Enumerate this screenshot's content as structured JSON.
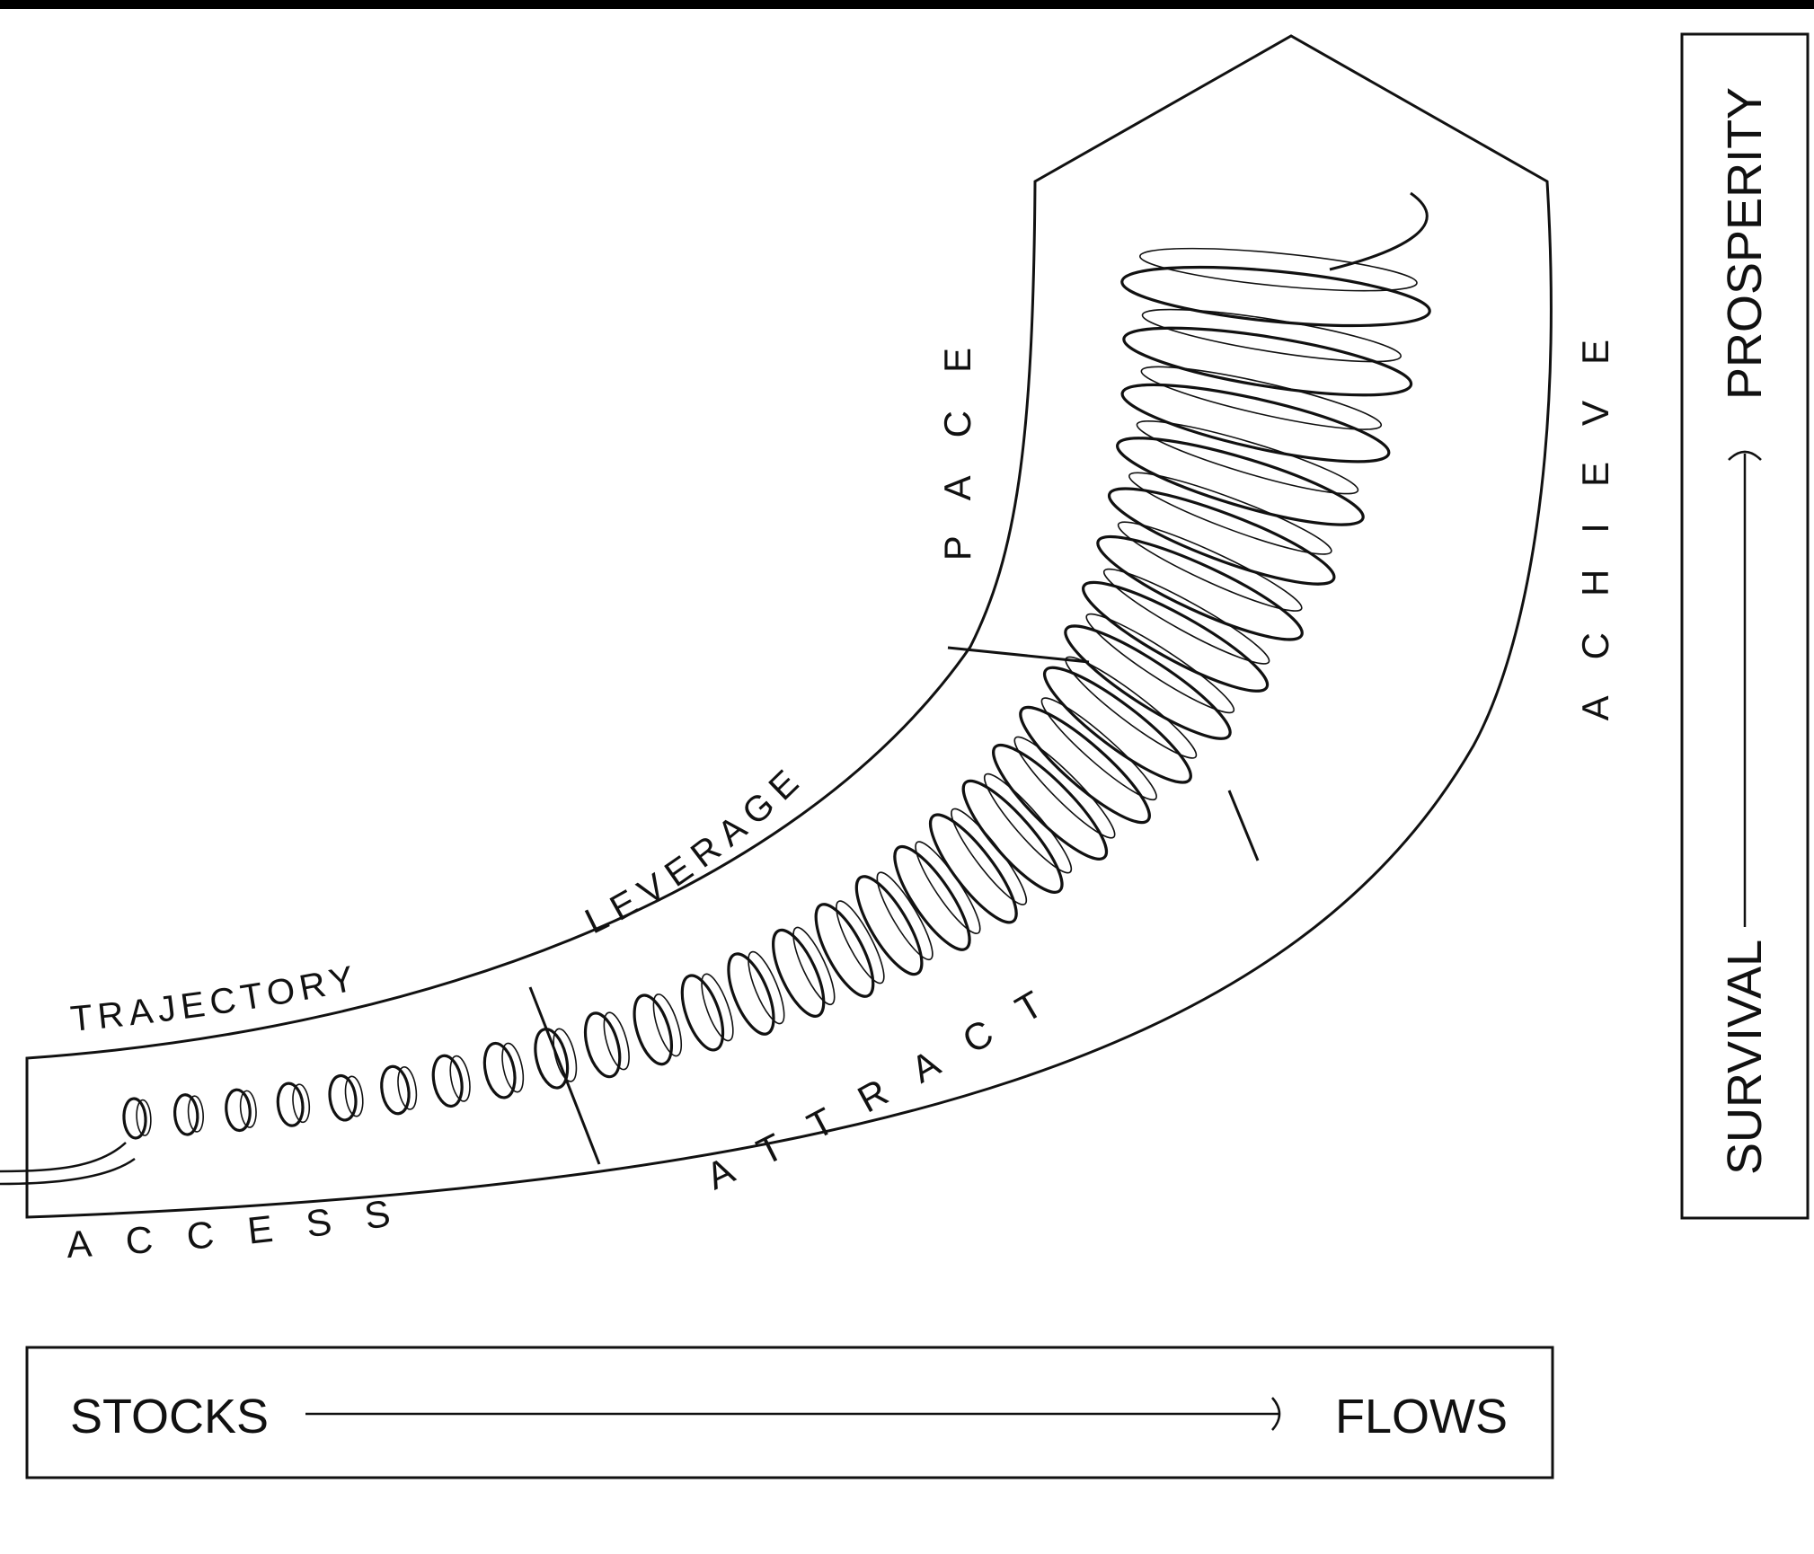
{
  "colors": {
    "ink": "#111111",
    "background": "#ffffff",
    "top_bar": "#000000"
  },
  "labels": {
    "trajectory": "TRAJECTORY",
    "leverage": "LEVERAGE",
    "pace": "PACE",
    "access": "ACCESS",
    "attract": "ATTRACT",
    "achieve": "ACHIEVE"
  },
  "horizontal_axis": {
    "start": "STOCKS",
    "end": "FLOWS"
  },
  "vertical_axis": {
    "start": "SURVIVAL",
    "end": "PROSPERITY"
  }
}
